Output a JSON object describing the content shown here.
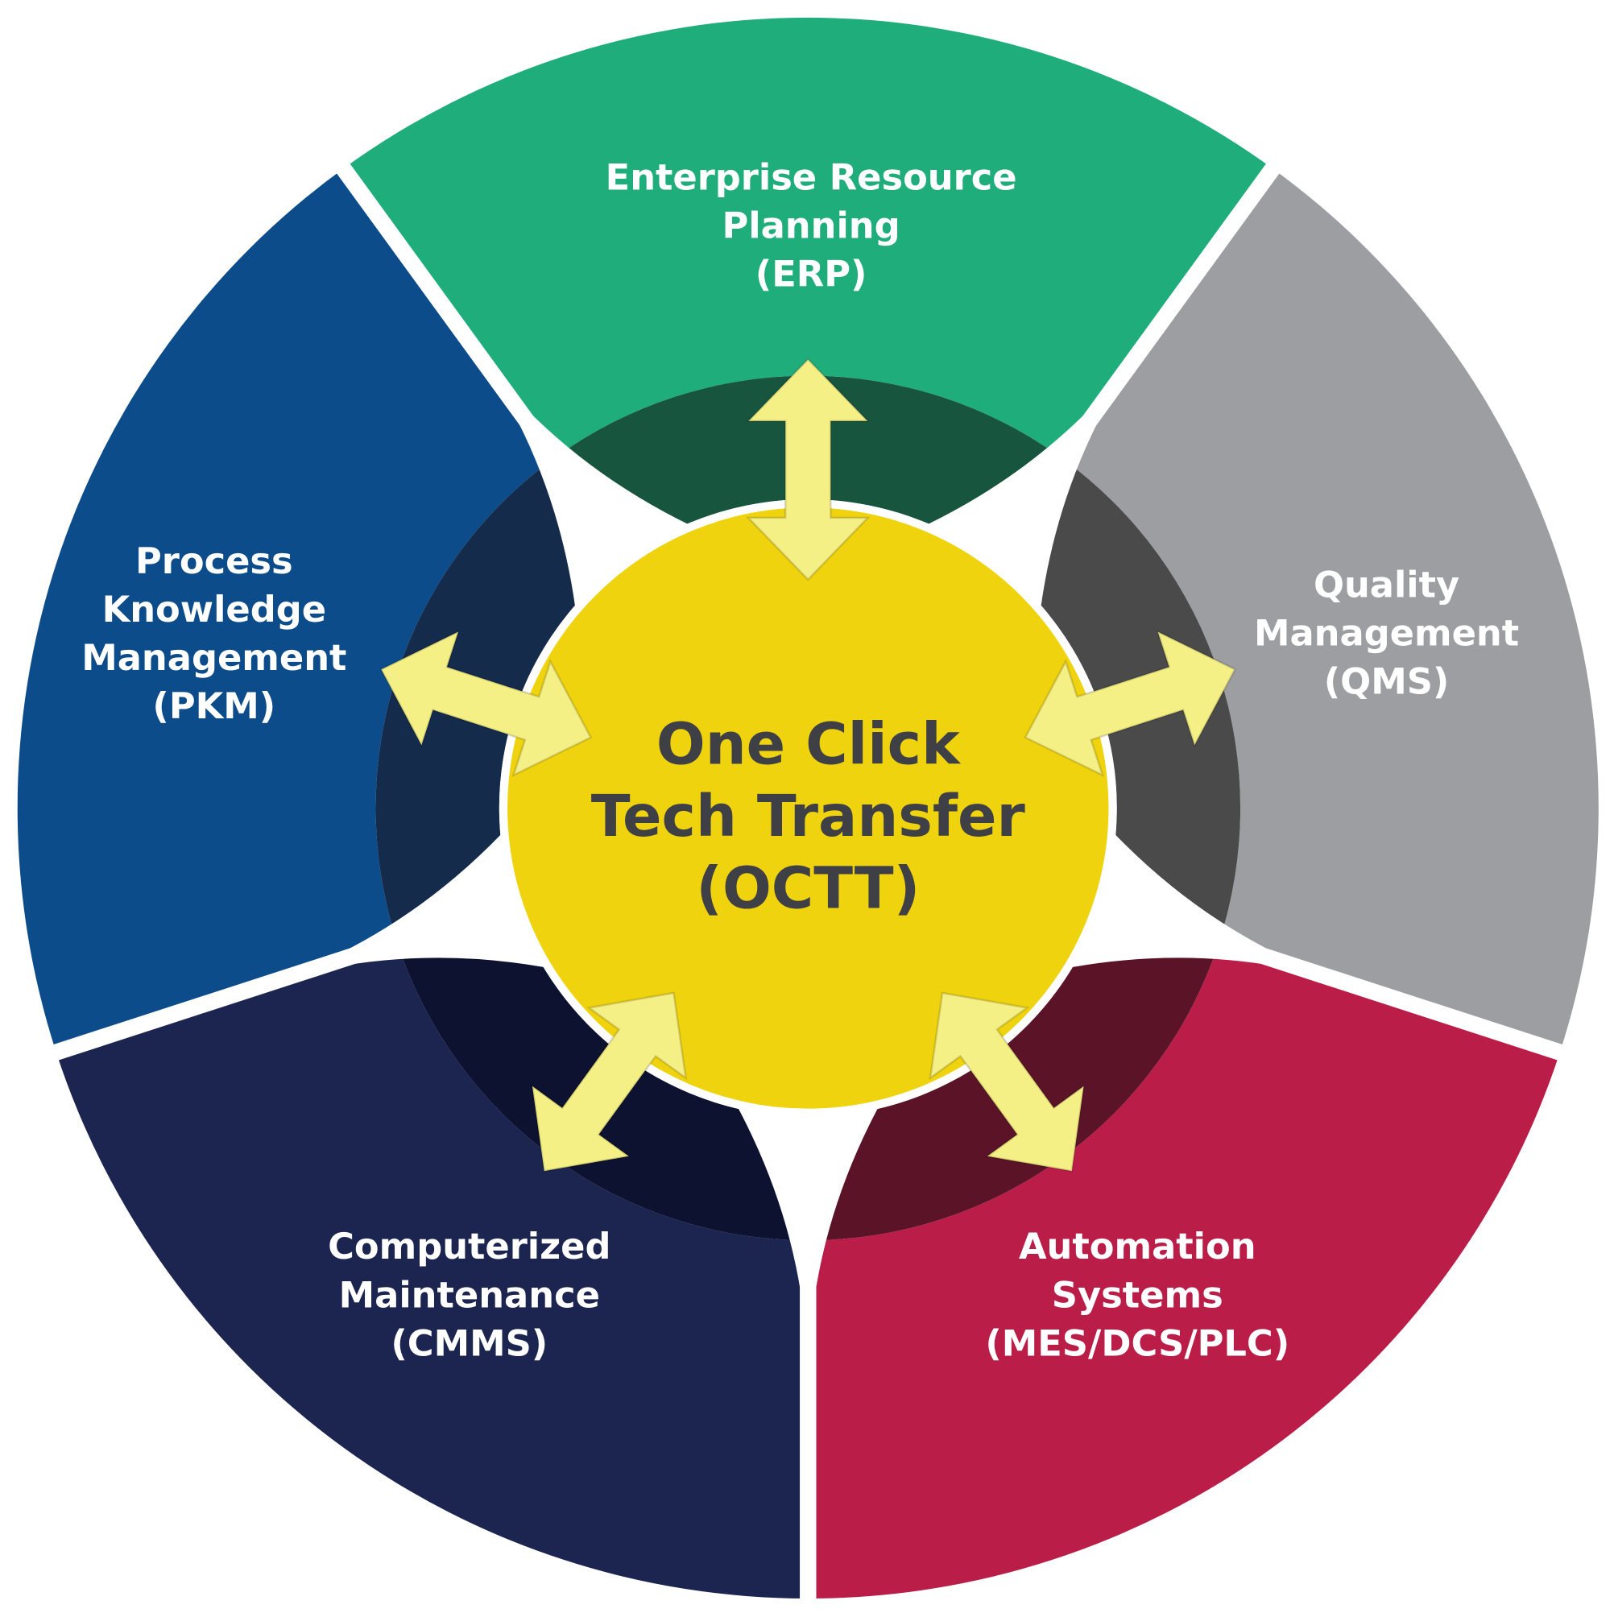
{
  "center": {
    "lines": [
      "One Click",
      "Tech Transfer",
      "(OCTT)"
    ],
    "color": "#f0d30f",
    "text_color": "#3f3f46"
  },
  "arrow_color": "#f5f085",
  "segments": [
    {
      "id": "erp",
      "lines": [
        "Enterprise Resource",
        "Planning",
        "(ERP)"
      ],
      "color": "#1fad7c",
      "dark": "#17553f"
    },
    {
      "id": "qms",
      "lines": [
        "Quality",
        "Management",
        "(QMS)"
      ],
      "color": "#9d9ea1",
      "dark": "#4a4a4a"
    },
    {
      "id": "automation",
      "lines": [
        "Automation",
        "Systems",
        "(MES/DCS/PLC)"
      ],
      "color": "#b91d48",
      "dark": "#5b1427"
    },
    {
      "id": "cmms",
      "lines": [
        "Computerized",
        "Maintenance",
        "(CMMS)"
      ],
      "color": "#1b254f",
      "dark": "#0d1230"
    },
    {
      "id": "pkm",
      "lines": [
        "Process",
        "Knowledge",
        "Management",
        "(PKM)"
      ],
      "color": "#0c4c8a",
      "dark": "#152b4b"
    }
  ]
}
